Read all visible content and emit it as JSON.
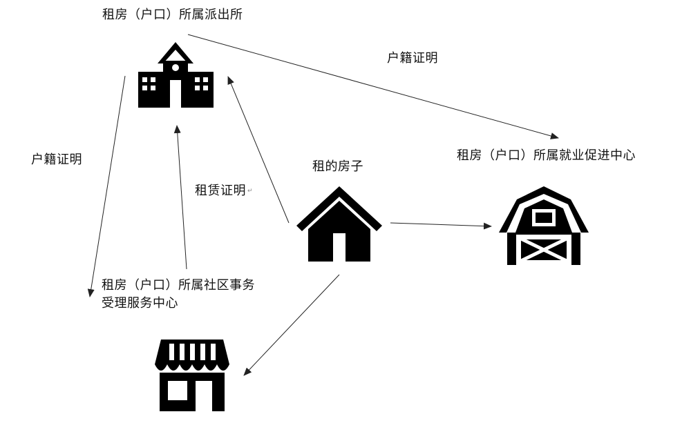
{
  "nodes": {
    "police_station": {
      "label": "租房（户口）所属派出所",
      "icon": "school-building-icon"
    },
    "employment_center": {
      "label": "租房（户口）所属就业促进中心",
      "icon": "barn-icon"
    },
    "rented_house": {
      "label": "租的房子",
      "icon": "house-icon"
    },
    "community_center": {
      "label_line1": "租房（户口）所属社区事务",
      "label_line2": "受理服务中心",
      "icon": "community-center-icon"
    },
    "shop": {
      "icon": "storefront-icon"
    }
  },
  "edges": {
    "police_to_employment": {
      "label": "户籍证明"
    },
    "police_to_community": {
      "label": "户籍证明"
    },
    "community_to_police": {
      "label": "租赁证明",
      "mark": "↵"
    },
    "house_to_police": {
      "label": ""
    },
    "house_to_employment": {
      "label": ""
    },
    "house_to_shop": {
      "label": ""
    }
  },
  "colors": {
    "icon": "#000000",
    "line": "#222222"
  }
}
